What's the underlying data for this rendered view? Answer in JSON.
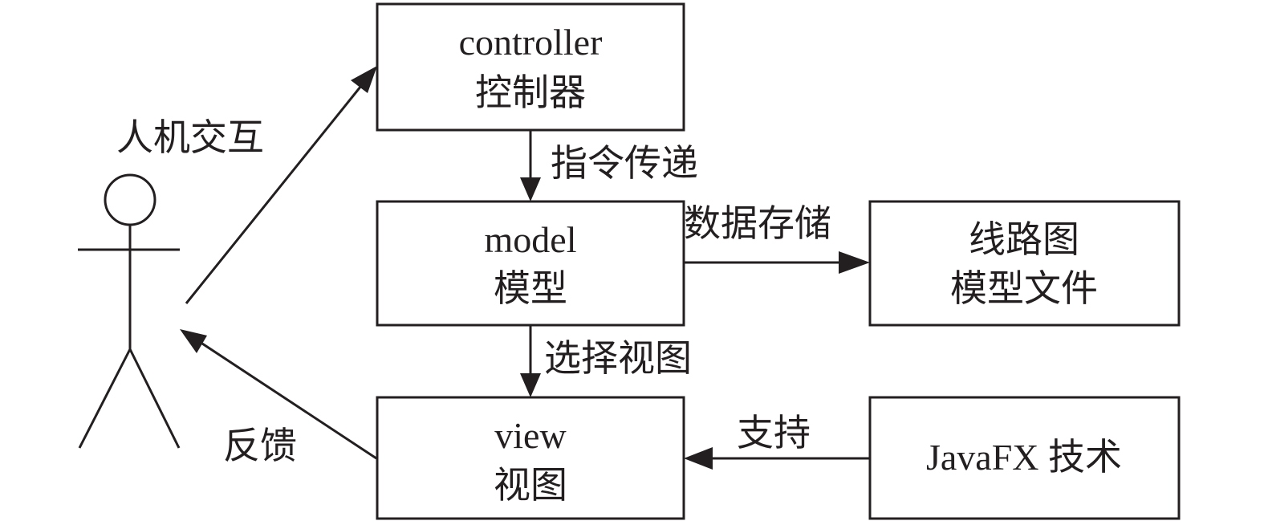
{
  "nodes": {
    "controller": {
      "title": "controller",
      "subtitle": "控制器"
    },
    "model": {
      "title": "model",
      "subtitle": "模型"
    },
    "view": {
      "title": "view",
      "subtitle": "视图"
    },
    "circuit_file": {
      "line1": "线路图",
      "line2": "模型文件"
    },
    "javafx": {
      "label": "JavaFX 技术"
    }
  },
  "actor": {
    "label": "人机交互"
  },
  "edges": {
    "controller_to_model": "指令传递",
    "model_to_file": "数据存储",
    "model_to_view": "选择视图",
    "javafx_to_view": "支持",
    "view_to_actor": "反馈"
  },
  "colors": {
    "ink": "#231f20",
    "background": "#ffffff"
  }
}
